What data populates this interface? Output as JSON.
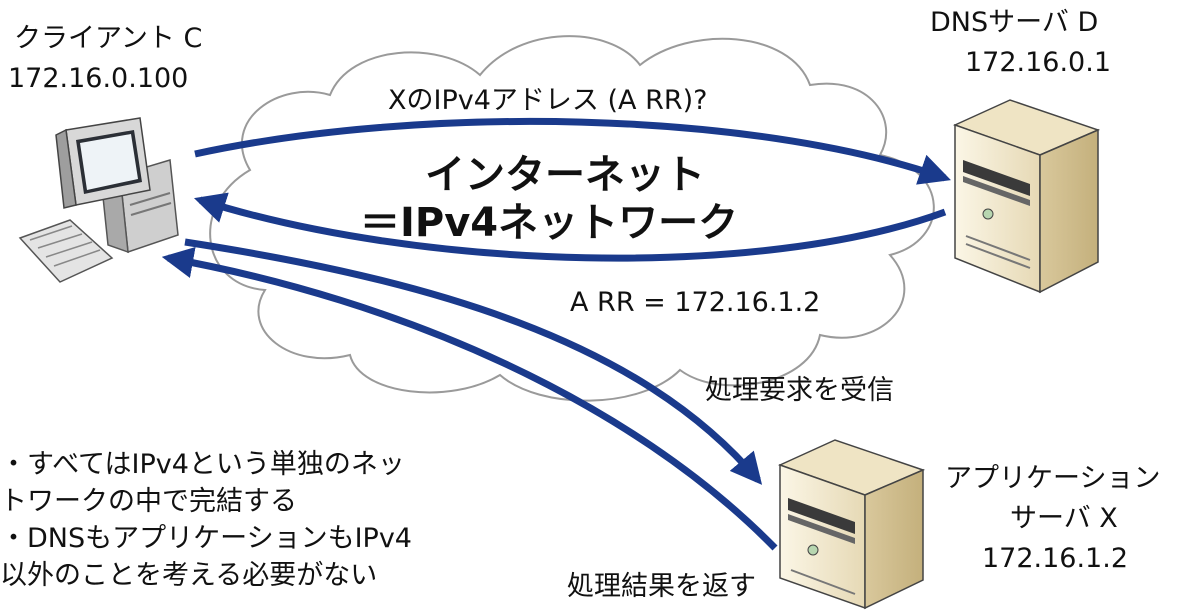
{
  "client": {
    "name": "クライアント C",
    "ip": "172.16.0.100"
  },
  "dns_server": {
    "name": "DNSサーバ D",
    "ip": "172.16.0.1"
  },
  "app_server": {
    "name_line1": "アプリケーション",
    "name_line2": "サーバ X",
    "ip": "172.16.1.2"
  },
  "cloud": {
    "line1": "インターネット",
    "line2": "＝IPv4ネットワーク"
  },
  "messages": {
    "query": "XのIPv4アドレス (A RR)?",
    "answer": "A RR = 172.16.1.2",
    "request_received": "処理要求を受信",
    "result_returned": "処理結果を返す"
  },
  "bullets": [
    "・すべてはIPv4という単独のネッ",
    "トワークの中で完結する",
    "・DNSもアプリケーションもIPv4",
    "以外のことを考える必要がない"
  ],
  "colors": {
    "arrow": "#1a3a8c",
    "cloud_stroke": "#9a9a9a",
    "server_body": "#f3ead2"
  }
}
